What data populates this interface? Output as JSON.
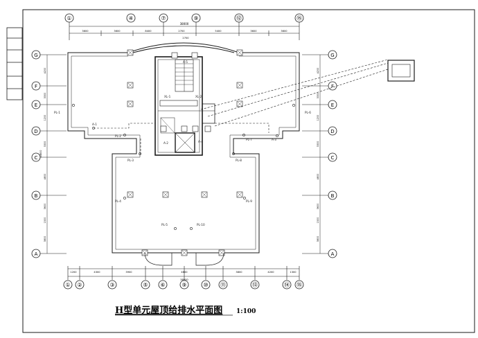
{
  "drawing": {
    "title": "H型单元屋顶给排水平面图",
    "scale": "1:100"
  },
  "axes": {
    "top_bubbles": [
      "①",
      "④",
      "⑦",
      "⑨",
      "⑫",
      "⑮"
    ],
    "bottom_bubbles": [
      "①",
      "②",
      "③",
      "⑤",
      "⑥",
      "⑨",
      "⑩",
      "⑪",
      "⑬",
      "⑭",
      "⑮"
    ],
    "left_bubbles": [
      "G",
      "F",
      "E",
      "D",
      "C",
      "B",
      "A"
    ],
    "right_bubbles": [
      "G",
      "F",
      "E",
      "D",
      "C",
      "B",
      "A"
    ]
  },
  "dimensions": {
    "top_total": "38000",
    "top_segments": [
      "3600",
      "3600",
      "8400",
      "2700",
      "5400",
      "3600",
      "3600"
    ],
    "top_mid": "2700",
    "bottom_total": "38000",
    "bottom_segments": [
      "1200",
      "4300",
      "3900",
      "4600",
      "3800",
      "4200",
      "1300"
    ],
    "left_segments": [
      "4200",
      "3300",
      "1200",
      "3300",
      "4800",
      "3600",
      "1500",
      "3800"
    ],
    "left_total": "24600",
    "right_segments": [
      "4200",
      "3300",
      "1200",
      "3300",
      "4800",
      "3600",
      "1500",
      "3800"
    ]
  },
  "labels": {
    "pipes": [
      "PL-1",
      "PL-2",
      "PL-3",
      "PL-4",
      "PL-5",
      "PL-6",
      "PL-7",
      "PL-8",
      "PL-9",
      "PL-10"
    ],
    "risers": [
      "A-1",
      "A-2",
      "A-3",
      "A-4",
      "A-5",
      "XL-1",
      "XL-2"
    ]
  },
  "colors": {
    "line": "#1a1a1a",
    "background": "#ffffff"
  }
}
